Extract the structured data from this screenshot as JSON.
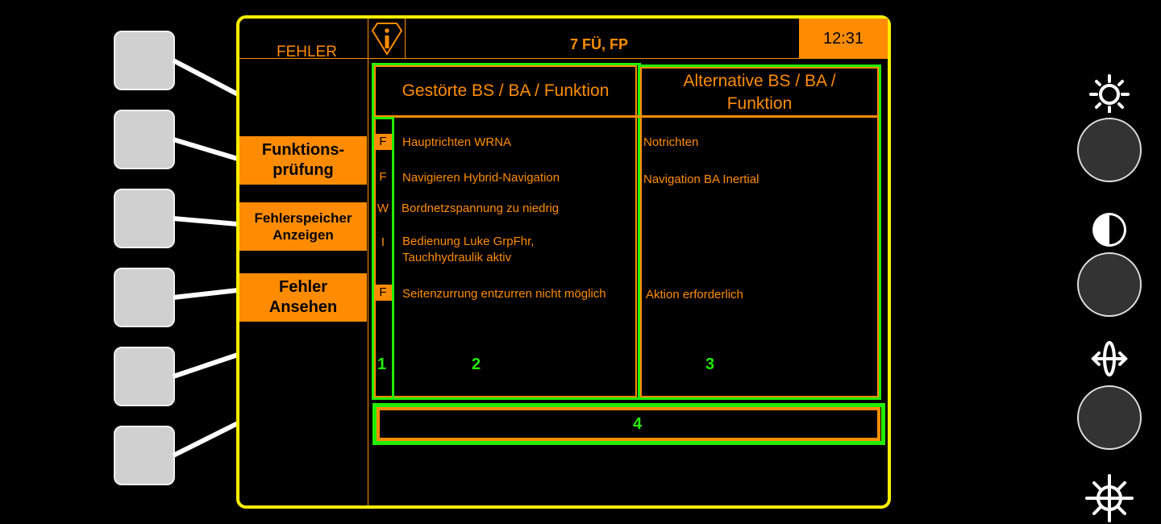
{
  "softkeys": [
    {
      "id": "softkey-1"
    },
    {
      "id": "softkey-2"
    },
    {
      "id": "softkey-3"
    },
    {
      "id": "softkey-4"
    },
    {
      "id": "softkey-5"
    },
    {
      "id": "softkey-6"
    }
  ],
  "header": {
    "title": "FEHLER",
    "info_icon": "info-warning-icon",
    "status": "7 FÜ, FP",
    "clock": "12:31"
  },
  "menu": [
    {
      "label": "Funktions-\nprüfung",
      "line1": "Funktions-",
      "line2": "prüfung"
    },
    {
      "label": "Fehlerspeicher Anzeigen",
      "line1": "Fehlerspeicher",
      "line2": "Anzeigen"
    },
    {
      "label": "Fehler Ansehen",
      "line1": "Fehler",
      "line2": "Ansehen"
    }
  ],
  "table": {
    "col_disturbed_header": "Gestörte BS / BA / Funktion",
    "col_alternative_header_line1": "Alternative BS / BA /",
    "col_alternative_header_line2": "Funktion",
    "rows": [
      {
        "severity": "F",
        "highlighted": true,
        "disturbed": "Hauptrichten WRNA",
        "disturbed_line2": "",
        "alternative": "Notrichten"
      },
      {
        "severity": "F",
        "highlighted": false,
        "disturbed": "Navigieren Hybrid-Navigation",
        "disturbed_line2": "",
        "alternative": "Navigation BA Inertial"
      },
      {
        "severity": "W",
        "highlighted": false,
        "disturbed": "Bordnetzspannung zu niedrig",
        "disturbed_line2": "",
        "alternative": ""
      },
      {
        "severity": "I",
        "highlighted": false,
        "disturbed": "Bedienung Luke GrpFhr,",
        "disturbed_line2": "Tauchhydraulik aktiv",
        "alternative": ""
      },
      {
        "severity": "F",
        "highlighted": true,
        "disturbed": "Seitenzurrung entzurren nicht möglich",
        "disturbed_line2": "",
        "alternative": "Aktion erforderlich"
      }
    ]
  },
  "annotations": {
    "area_1": "1",
    "area_2": "2",
    "area_3": "3",
    "area_4": "4"
  },
  "right_controls": {
    "brightness_icon": "brightness-sun-icon",
    "contrast_icon": "contrast-icon",
    "pan_icon": "pan-move-icon",
    "steering_icon": "steering-wheel-icon"
  },
  "colors": {
    "frame": "#ffee00",
    "accent": "#ff8c00",
    "annotation": "#22ee00",
    "softkey": "#d0d0d0",
    "knob": "#333333"
  }
}
